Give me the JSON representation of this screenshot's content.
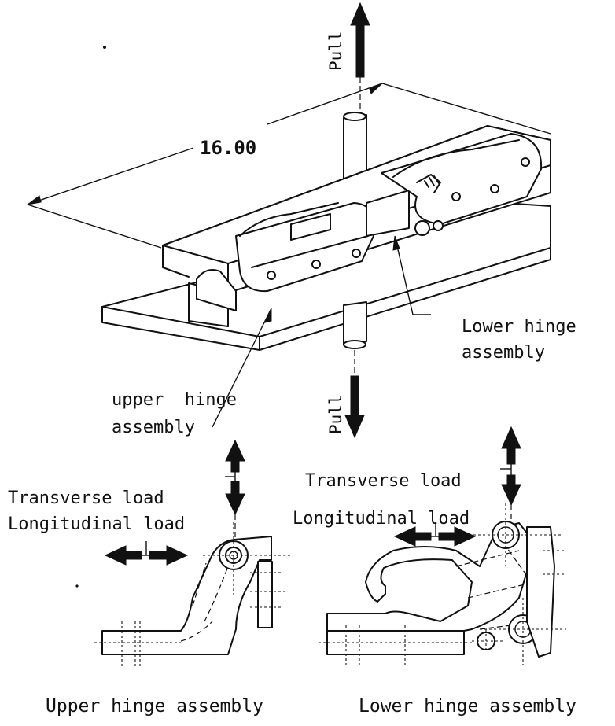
{
  "diagram": {
    "dimension_label": "16.00",
    "pull_top_label": "Pull",
    "pull_bottom_label": "Pull",
    "lower_hinge_callout": [
      "Lower hinge",
      "assembly"
    ],
    "upper_hinge_callout": [
      "upper  hinge",
      "assembly"
    ],
    "left_detail": {
      "transverse_label": "Transverse load",
      "longitudinal_label": "Longitudinal load",
      "caption": "Upper hinge assembly"
    },
    "right_detail": {
      "transverse_label": "Transverse load",
      "longitudinal_label": "Longitudinal load",
      "caption": "Lower hinge assembly"
    }
  }
}
